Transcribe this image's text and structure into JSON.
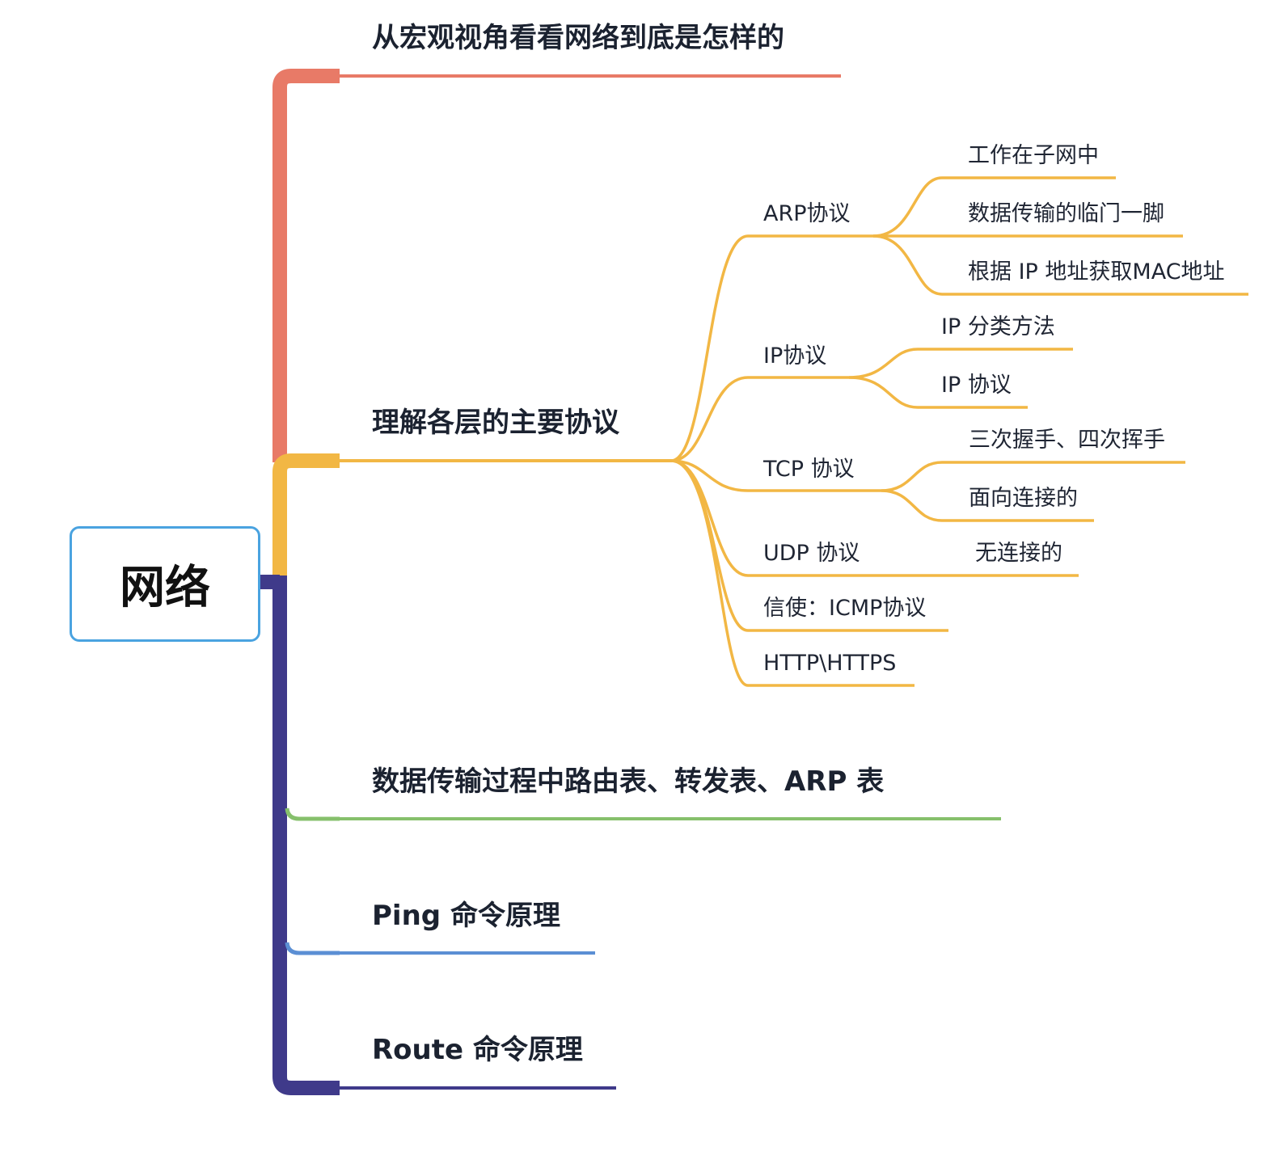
{
  "root": {
    "label": "网络"
  },
  "branches": [
    {
      "label": "从宏观视角看看网络到底是怎样的",
      "color": "#e87a67"
    },
    {
      "label": "理解各层的主要协议",
      "color": "#f2b744",
      "children": [
        {
          "label": "ARP协议",
          "children": [
            "工作在子网中",
            "数据传输的临门一脚",
            "根据 IP 地址获取MAC地址"
          ]
        },
        {
          "label": "IP协议",
          "children": [
            "IP 分类方法",
            "IP 协议"
          ]
        },
        {
          "label": "TCP 协议",
          "children": [
            "三次握手、四次挥手",
            "面向连接的"
          ]
        },
        {
          "label": "UDP 协议",
          "children": [
            "无连接的"
          ]
        },
        {
          "label": "信使：ICMP协议",
          "children": []
        },
        {
          "label": "HTTP\\HTTPS",
          "children": []
        }
      ]
    },
    {
      "label": "数据传输过程中路由表、转发表、ARP 表",
      "color": "#86c06c"
    },
    {
      "label": "Ping 命令原理",
      "color": "#5b8fd4"
    },
    {
      "label": "Route 命令原理",
      "color": "#3f3a8a"
    }
  ]
}
